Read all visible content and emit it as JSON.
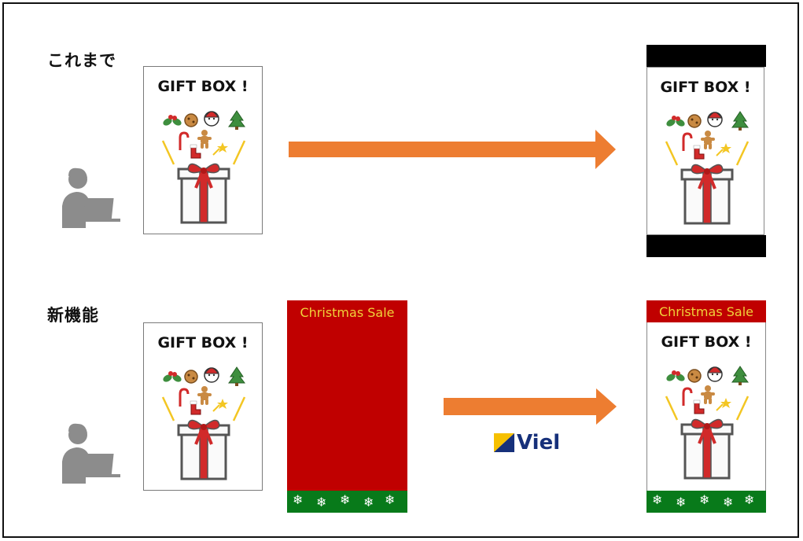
{
  "sections": {
    "before_label": "これまで",
    "new_label": "新機能"
  },
  "card": {
    "title": "GIFT BOX !"
  },
  "banner": {
    "text": "Christmas Sale",
    "snowflakes": [
      "❄",
      "❄",
      "❄",
      "❄",
      "❄"
    ]
  },
  "brand": {
    "name": "Viel"
  },
  "colors": {
    "arrow": "#ed7d31",
    "banner_red": "#c00000",
    "banner_text": "#f0d23a",
    "banner_green": "#087a1a",
    "brand": "#16307a",
    "brand_mark": "#f6c000",
    "person": "#8c8c8c"
  },
  "icons": [
    "person-at-laptop-icon",
    "gift-box-icon",
    "holly-icon",
    "cookie-icon",
    "santa-icon",
    "christmas-tree-icon",
    "candy-cane-icon",
    "gingerbread-man-icon",
    "stocking-icon",
    "star-icon",
    "arrow-right-icon",
    "viel-logo-icon",
    "snowflake-icon"
  ]
}
